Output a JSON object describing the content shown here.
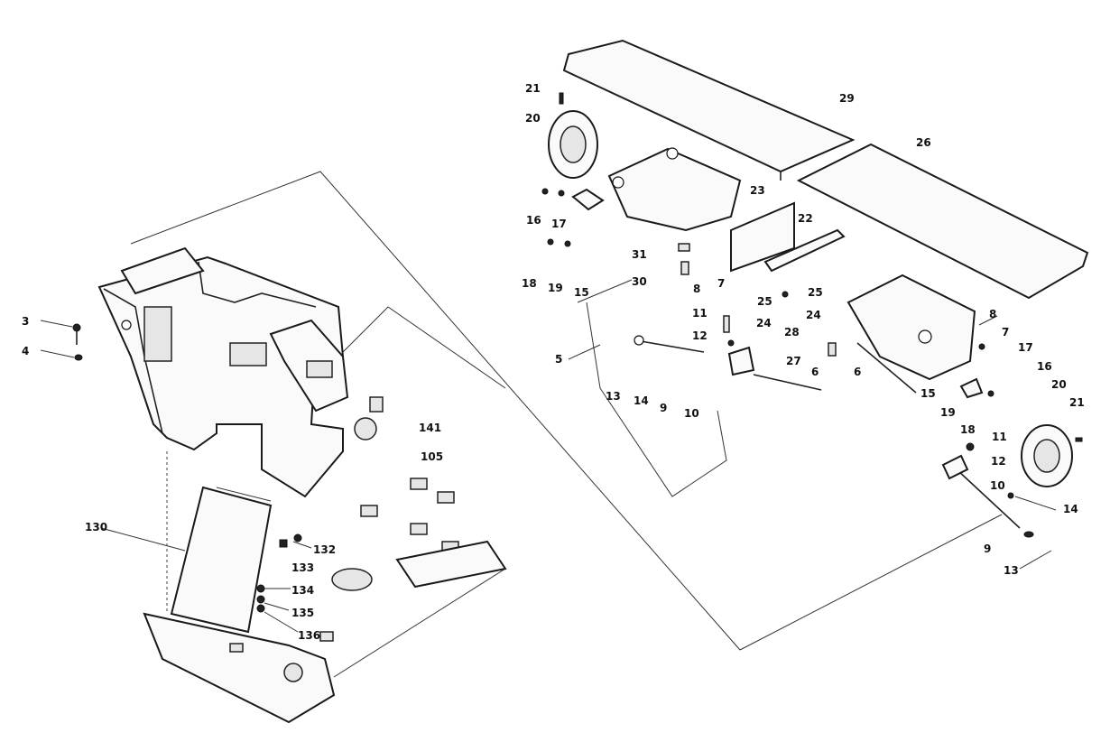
{
  "left_assembly": {
    "callouts": [
      "3",
      "4",
      "130",
      "132",
      "133",
      "134",
      "135",
      "136",
      "141",
      "105"
    ]
  },
  "right_assembly": {
    "callouts": [
      "21",
      "20",
      "29",
      "26",
      "23",
      "22",
      "16",
      "17",
      "31",
      "18",
      "19",
      "15",
      "30",
      "8",
      "7",
      "25",
      "25",
      "11",
      "12",
      "24",
      "24",
      "5",
      "28",
      "27",
      "6",
      "6",
      "13",
      "14",
      "9",
      "10",
      "8",
      "7",
      "17",
      "16",
      "20",
      "21",
      "15",
      "19",
      "18",
      "11",
      "12",
      "10",
      "14",
      "9",
      "13"
    ]
  }
}
